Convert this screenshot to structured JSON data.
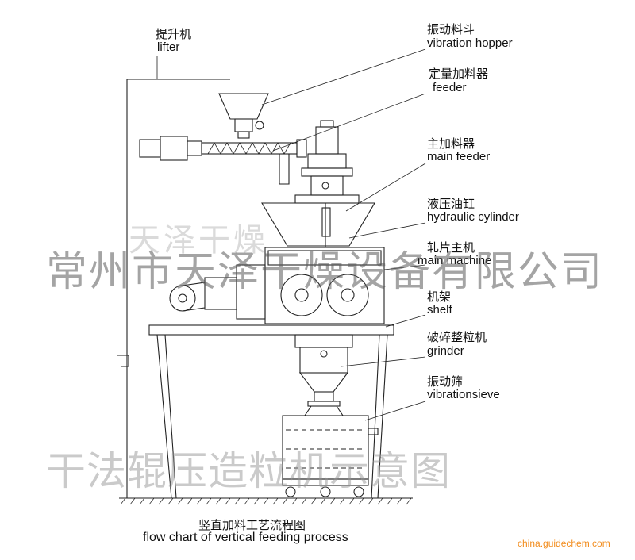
{
  "labels": {
    "lifter_cn": "提升机",
    "lifter_en": "lifter",
    "hopper_cn": "振动料斗",
    "hopper_en": "vibration hopper",
    "feeder_cn": "定量加料器",
    "feeder_en": "feeder",
    "main_feeder_cn": "主加料器",
    "main_feeder_en": "main feeder",
    "cylinder_cn": "液压油缸",
    "cylinder_en": "hydraulic cylinder",
    "main_machine_cn": "轧片主机",
    "main_machine_en": "main machine",
    "shelf_cn": "机架",
    "shelf_en": "shelf",
    "grinder_cn": "破碎整粒机",
    "grinder_en": "grinder",
    "sieve_cn": "振动筛",
    "sieve_en": "vibrationsieve"
  },
  "caption": {
    "cn": "竖直加料工艺流程图",
    "en": "flow chart of vertical feeding process"
  },
  "watermarks": {
    "company_faint": "天泽干燥",
    "company": "常州市天泽干燥设备有限公司",
    "product": "干法辊压造粒机示意图",
    "site": "china.guidechem.com"
  },
  "colors": {
    "line": "#222222",
    "site_watermark": "#f28c1c"
  }
}
